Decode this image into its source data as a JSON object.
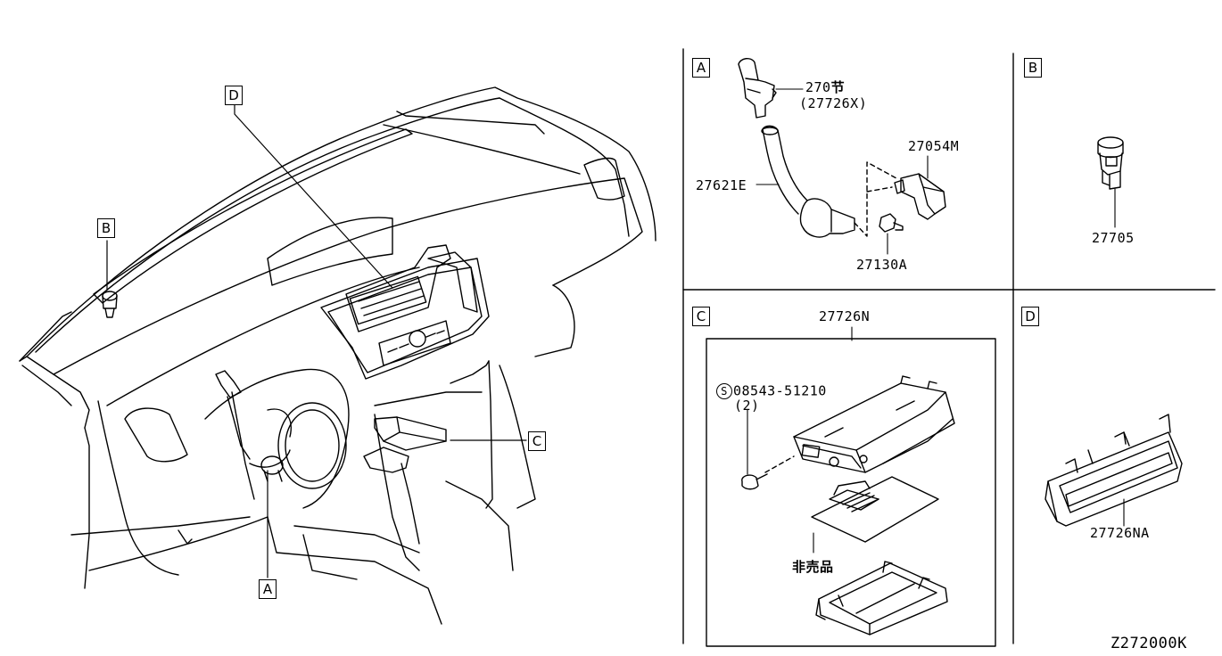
{
  "diagram_code": "Z272000K",
  "callouts": {
    "main_A": "A",
    "main_B": "B",
    "main_C": "C",
    "main_D": "D",
    "panel_A": "A",
    "panel_B": "B",
    "panel_C": "C",
    "panel_D": "D"
  },
  "parts": {
    "p270": "270",
    "p270_suffix": "节",
    "p27726x": "(27726X)",
    "p27054m": "27054M",
    "p27621e": "27621E",
    "p27130a": "27130A",
    "p27705": "27705",
    "p27726n": "27726N",
    "screw_s": "S",
    "screw_num": "08543-51210",
    "screw_qty": "(2)",
    "not_for_sale": "非売品",
    "p27726na": "27726NA"
  }
}
